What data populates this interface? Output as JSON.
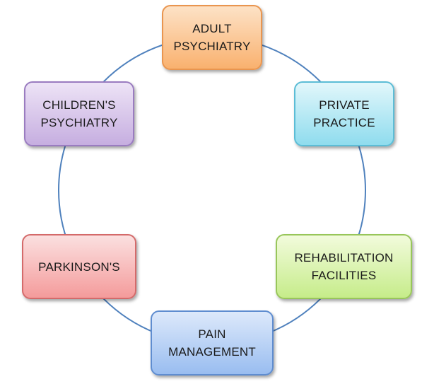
{
  "nodes": [
    {
      "id": "adult",
      "label": "ADULT\nPSYCHIATRY"
    },
    {
      "id": "private",
      "label": "PRIVATE\nPRACTICE"
    },
    {
      "id": "rehab",
      "label": "REHABILITATION\nFACILITIES"
    },
    {
      "id": "pain",
      "label": "PAIN\nMANAGEMENT"
    },
    {
      "id": "parkinsons",
      "label": "PARKINSON'S"
    },
    {
      "id": "children",
      "label": "CHILDREN'S\nPSYCHIATRY"
    }
  ],
  "colors": {
    "connector": "#4f81bd",
    "adult": "#f9b16f",
    "private": "#8fdcee",
    "rehab": "#c6ec8a",
    "pain": "#99bdf0",
    "parkinsons": "#f49b9b",
    "children": "#c6aee0"
  }
}
